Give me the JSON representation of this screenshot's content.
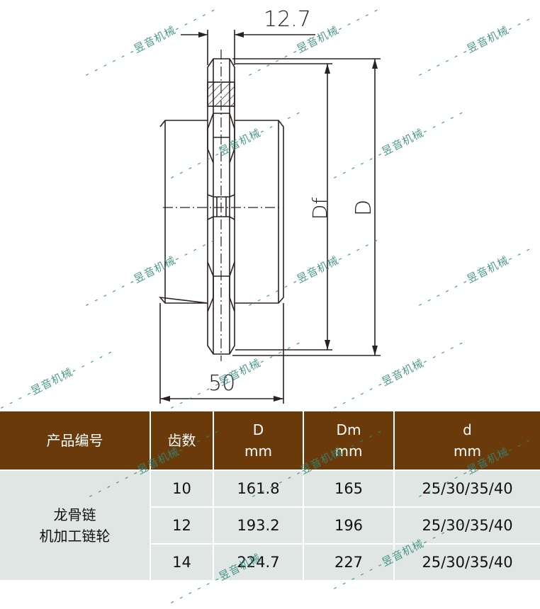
{
  "drawing": {
    "dim_pitch_width": "12.7",
    "dim_hub_length": "50",
    "label_root_diameter": "Df",
    "label_outer_diameter": "D"
  },
  "table": {
    "headers": [
      {
        "line1": "产品编号",
        "line2": ""
      },
      {
        "line1": "齿数",
        "line2": ""
      },
      {
        "line1": "D",
        "line2": "mm"
      },
      {
        "line1": "Dm",
        "line2": "mm"
      },
      {
        "line1": "d",
        "line2": "mm"
      }
    ],
    "product_name_line1": "龙骨链",
    "product_name_line2": "机加工链轮",
    "rows": [
      {
        "teeth": "10",
        "D": "161.8",
        "Dm": "165",
        "d": "25/30/35/40"
      },
      {
        "teeth": "12",
        "D": "193.2",
        "Dm": "196",
        "d": "25/30/35/40"
      },
      {
        "teeth": "14",
        "D": "224.7",
        "Dm": "227",
        "d": "25/30/35/40"
      }
    ]
  },
  "watermark": {
    "text": "昱音机械",
    "color": "#2f8a7a"
  },
  "colors": {
    "header_bg": "#6b3a0a",
    "body_bg": "#dfe6e4",
    "line": "#2a2220"
  }
}
